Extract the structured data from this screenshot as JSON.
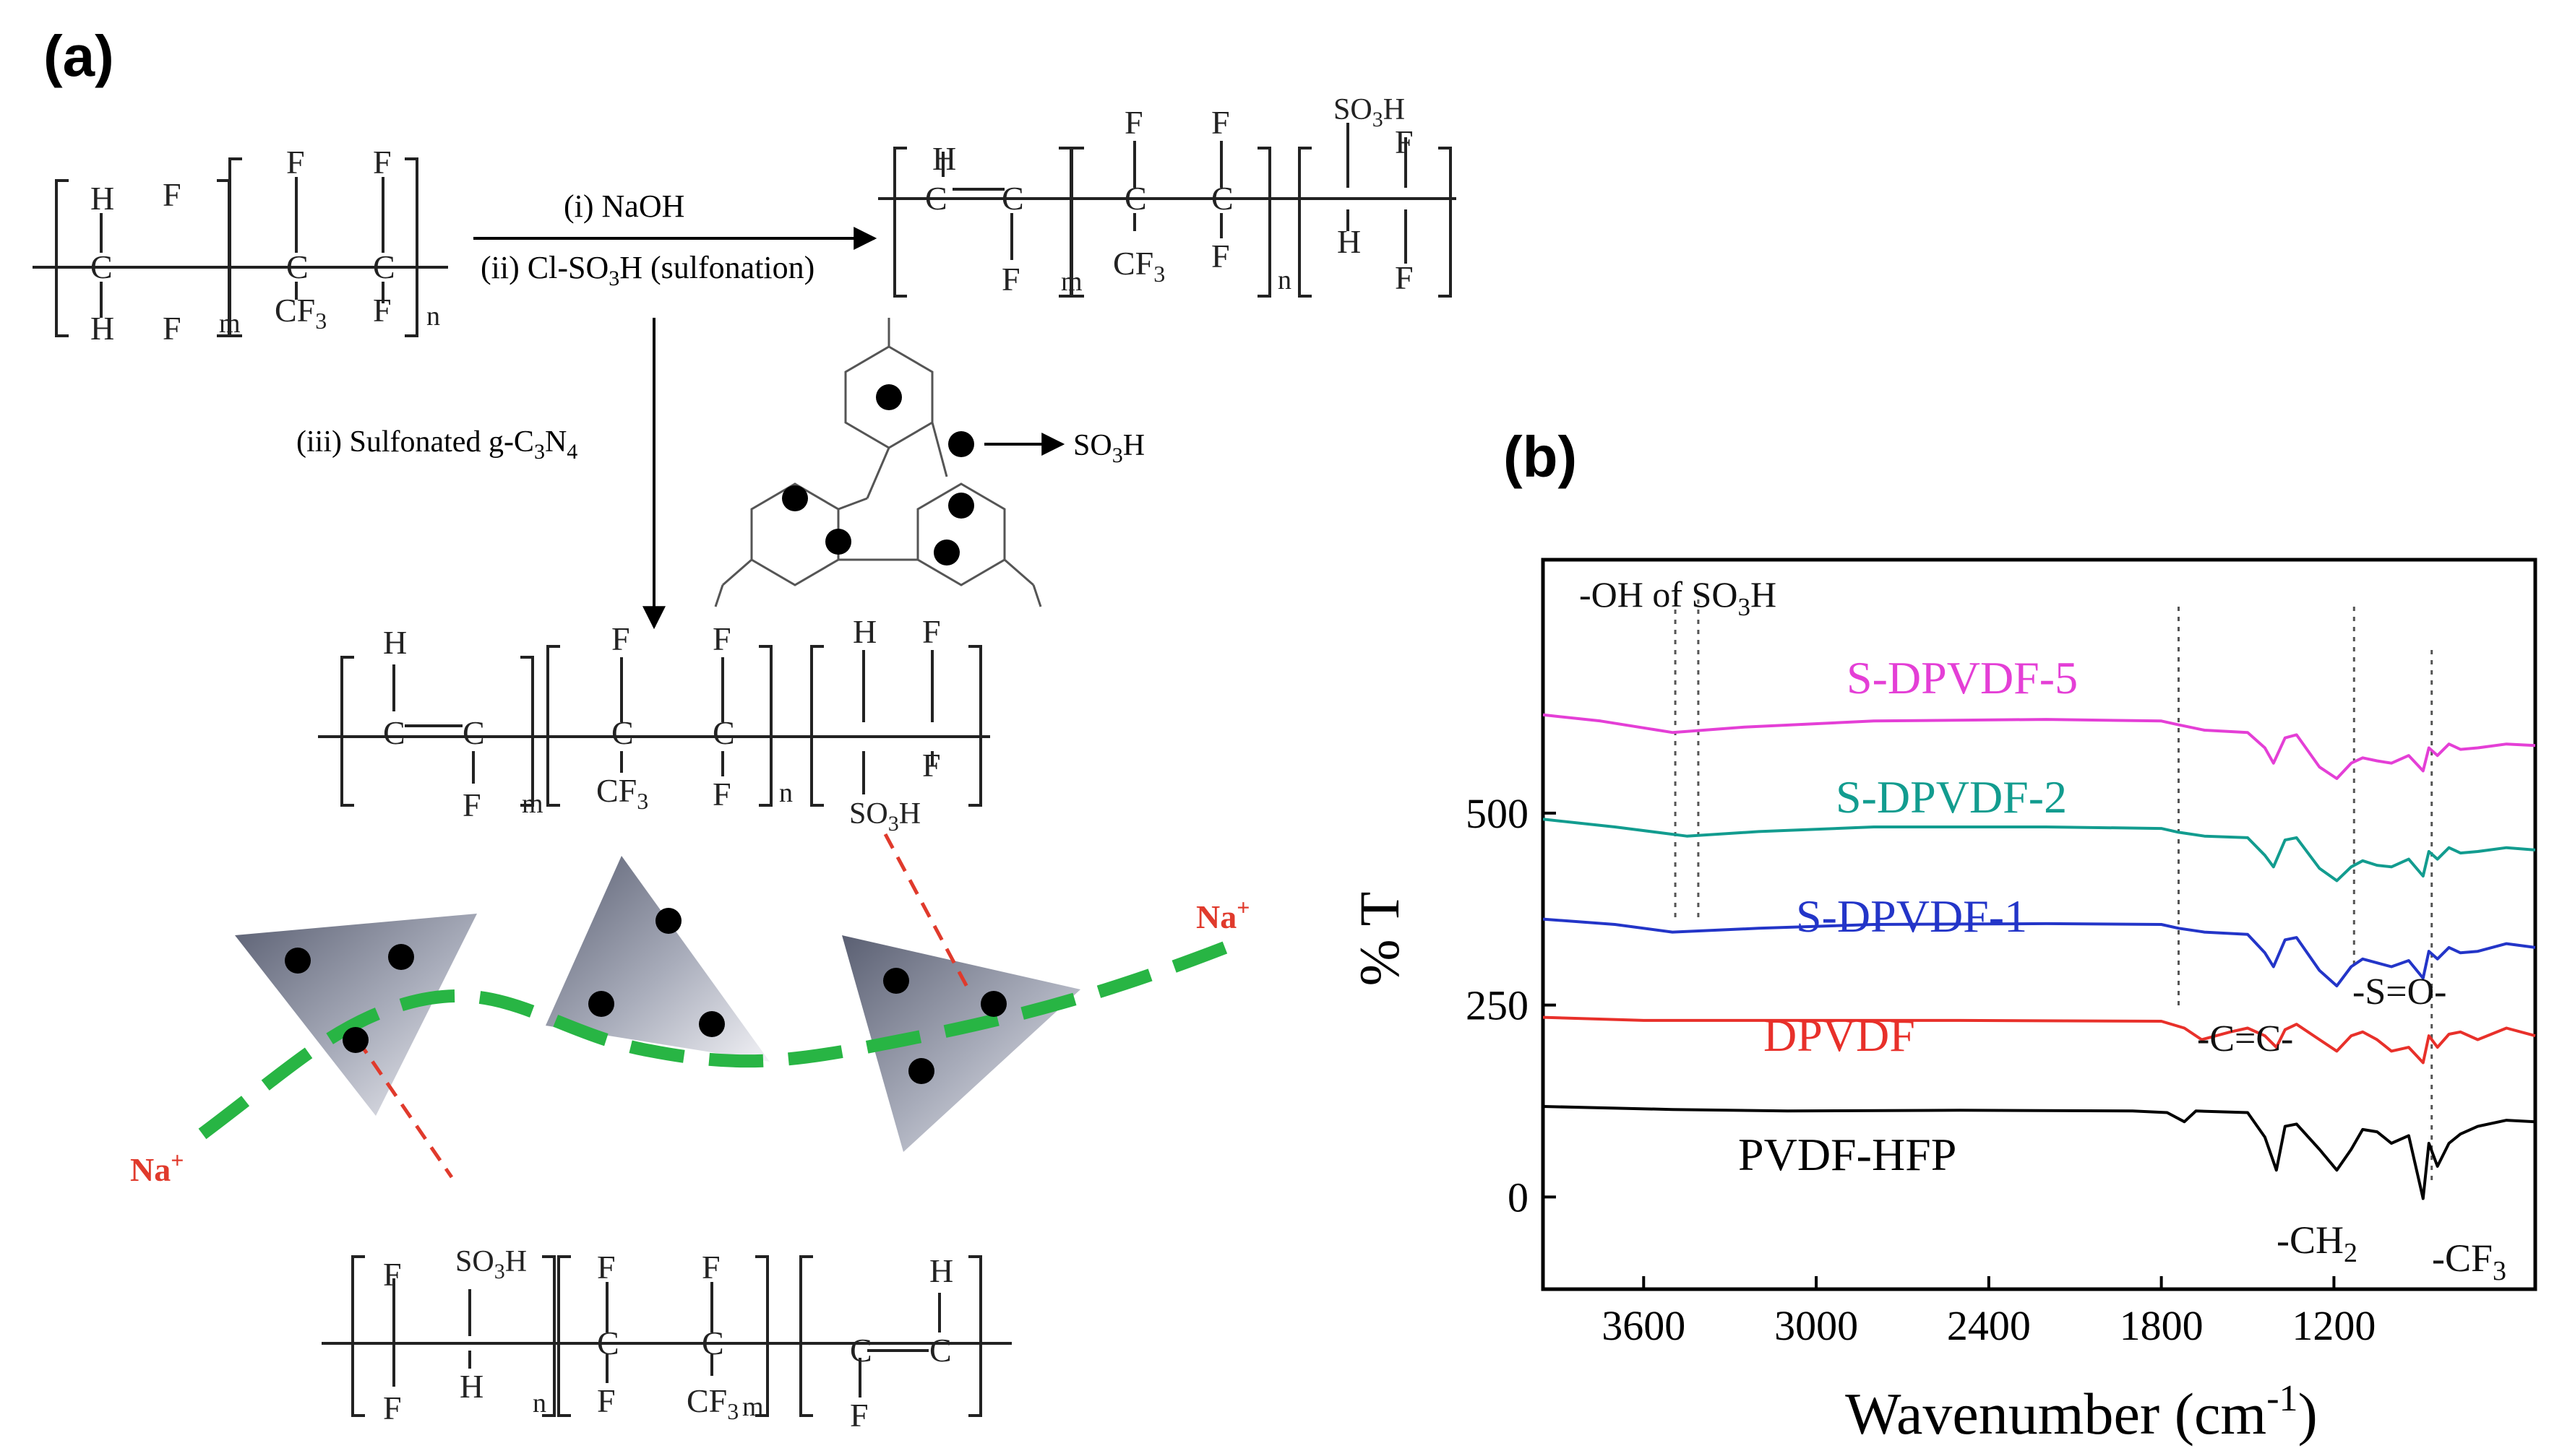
{
  "panel_a": {
    "label": "(a)",
    "reaction": {
      "step1": "(i) NaOH",
      "step2": "(ii) Cl-SO",
      "step2_sub": "3",
      "step2_tail": "H (sulfonation)",
      "step3": "(iii) Sulfonated g-C",
      "step3_sub1": "3",
      "step3_mid": "N",
      "step3_sub2": "4",
      "so3h_label": "SO",
      "so3h_sub": "3",
      "so3h_tail": "H"
    },
    "atoms": {
      "h": "H",
      "f": "F",
      "c": "C",
      "cf3": "CF",
      "cf3_sub": "3",
      "m": "m",
      "n": "n"
    },
    "ion_labels": {
      "na": "Na",
      "plus": "+"
    }
  },
  "panel_b": {
    "label": "(b)"
  },
  "chart_data": {
    "type": "line",
    "xlabel": "Wavenumber (cm",
    "xlabel_sup": "-1",
    "xlabel_tail": ")",
    "ylabel": "% T",
    "xlim": [
      3950,
      500
    ],
    "ylim": [
      -120,
      830
    ],
    "x_ticks": [
      3600,
      3000,
      2400,
      1800,
      1200
    ],
    "y_ticks": [
      0,
      250,
      500
    ],
    "grid": false,
    "series": [
      {
        "name": "PVDF-HFP",
        "color": "#000000",
        "points": [
          [
            3950,
            118
          ],
          [
            3500,
            114
          ],
          [
            3100,
            112
          ],
          [
            2500,
            113
          ],
          [
            1900,
            112
          ],
          [
            1780,
            110
          ],
          [
            1720,
            98
          ],
          [
            1680,
            112
          ],
          [
            1500,
            110
          ],
          [
            1440,
            78
          ],
          [
            1400,
            35
          ],
          [
            1370,
            92
          ],
          [
            1330,
            95
          ],
          [
            1250,
            62
          ],
          [
            1190,
            35
          ],
          [
            1140,
            62
          ],
          [
            1100,
            88
          ],
          [
            1050,
            85
          ],
          [
            1000,
            70
          ],
          [
            940,
            80
          ],
          [
            890,
            -2
          ],
          [
            870,
            70
          ],
          [
            840,
            40
          ],
          [
            800,
            70
          ],
          [
            760,
            82
          ],
          [
            700,
            92
          ],
          [
            600,
            100
          ],
          [
            500,
            98
          ]
        ]
      },
      {
        "name": "DPVDF",
        "color": "#e8302a",
        "points": [
          [
            3950,
            234
          ],
          [
            3600,
            230
          ],
          [
            3200,
            230
          ],
          [
            2500,
            230
          ],
          [
            1800,
            229
          ],
          [
            1720,
            220
          ],
          [
            1660,
            205
          ],
          [
            1560,
            215
          ],
          [
            1500,
            220
          ],
          [
            1440,
            210
          ],
          [
            1400,
            195
          ],
          [
            1370,
            218
          ],
          [
            1330,
            225
          ],
          [
            1250,
            205
          ],
          [
            1190,
            190
          ],
          [
            1140,
            210
          ],
          [
            1100,
            215
          ],
          [
            1050,
            205
          ],
          [
            1000,
            190
          ],
          [
            940,
            195
          ],
          [
            890,
            175
          ],
          [
            870,
            210
          ],
          [
            840,
            195
          ],
          [
            800,
            212
          ],
          [
            760,
            215
          ],
          [
            700,
            205
          ],
          [
            600,
            220
          ],
          [
            500,
            210
          ]
        ]
      },
      {
        "name": "S-DPVDF-1",
        "color": "#2335c8",
        "points": [
          [
            3950,
            362
          ],
          [
            3700,
            355
          ],
          [
            3500,
            345
          ],
          [
            3200,
            350
          ],
          [
            2800,
            355
          ],
          [
            2200,
            356
          ],
          [
            1800,
            355
          ],
          [
            1740,
            350
          ],
          [
            1650,
            345
          ],
          [
            1500,
            342
          ],
          [
            1440,
            318
          ],
          [
            1410,
            300
          ],
          [
            1370,
            335
          ],
          [
            1330,
            338
          ],
          [
            1250,
            295
          ],
          [
            1190,
            275
          ],
          [
            1140,
            300
          ],
          [
            1100,
            310
          ],
          [
            1050,
            305
          ],
          [
            1000,
            300
          ],
          [
            940,
            308
          ],
          [
            890,
            285
          ],
          [
            870,
            320
          ],
          [
            840,
            310
          ],
          [
            800,
            325
          ],
          [
            760,
            318
          ],
          [
            700,
            320
          ],
          [
            600,
            330
          ],
          [
            500,
            325
          ]
        ]
      },
      {
        "name": "S-DPVDF-2",
        "color": "#129c8f",
        "points": [
          [
            3950,
            492
          ],
          [
            3700,
            482
          ],
          [
            3450,
            470
          ],
          [
            3200,
            476
          ],
          [
            2800,
            482
          ],
          [
            2200,
            482
          ],
          [
            1800,
            480
          ],
          [
            1740,
            475
          ],
          [
            1650,
            470
          ],
          [
            1500,
            468
          ],
          [
            1440,
            445
          ],
          [
            1410,
            430
          ],
          [
            1370,
            465
          ],
          [
            1330,
            468
          ],
          [
            1250,
            428
          ],
          [
            1190,
            412
          ],
          [
            1140,
            430
          ],
          [
            1100,
            438
          ],
          [
            1050,
            432
          ],
          [
            1000,
            430
          ],
          [
            940,
            440
          ],
          [
            890,
            418
          ],
          [
            870,
            450
          ],
          [
            840,
            440
          ],
          [
            800,
            455
          ],
          [
            760,
            448
          ],
          [
            700,
            450
          ],
          [
            600,
            455
          ],
          [
            500,
            452
          ]
        ]
      },
      {
        "name": "S-DPVDF-5",
        "color": "#e43fd6",
        "points": [
          [
            3950,
            628
          ],
          [
            3750,
            620
          ],
          [
            3500,
            605
          ],
          [
            3250,
            612
          ],
          [
            2800,
            620
          ],
          [
            2200,
            622
          ],
          [
            1800,
            620
          ],
          [
            1740,
            615
          ],
          [
            1650,
            608
          ],
          [
            1500,
            605
          ],
          [
            1440,
            585
          ],
          [
            1410,
            565
          ],
          [
            1370,
            598
          ],
          [
            1330,
            602
          ],
          [
            1250,
            560
          ],
          [
            1190,
            545
          ],
          [
            1140,
            565
          ],
          [
            1100,
            572
          ],
          [
            1050,
            568
          ],
          [
            1000,
            565
          ],
          [
            940,
            575
          ],
          [
            890,
            555
          ],
          [
            870,
            585
          ],
          [
            840,
            575
          ],
          [
            800,
            590
          ],
          [
            760,
            583
          ],
          [
            700,
            585
          ],
          [
            600,
            590
          ],
          [
            500,
            588
          ]
        ]
      }
    ],
    "annotations": [
      {
        "text": "-OH of SO",
        "sub": "3",
        "tail": "H"
      },
      {
        "text": "-C=C-"
      },
      {
        "text": "-S=O-"
      },
      {
        "text": "-CH",
        "sub": "2"
      },
      {
        "text": "-CF",
        "sub": "3"
      }
    ],
    "guide_lines_x": [
      3490,
      3410,
      1740,
      1130,
      860
    ]
  }
}
